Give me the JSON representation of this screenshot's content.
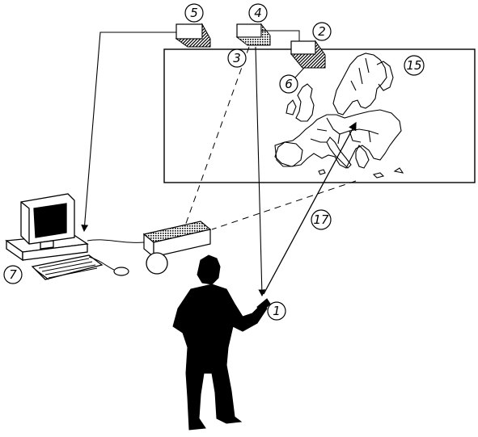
{
  "diagram": {
    "labels": {
      "pointer_1": "1",
      "device_2": "2",
      "device_3": "3",
      "device_4": "4",
      "device_5": "5",
      "device_6": "6",
      "computer_7": "7",
      "display_15": "15",
      "beam_17": "17"
    },
    "map_content": "map-of-europe",
    "colors": {
      "ink": "#000000",
      "paper": "#ffffff"
    }
  }
}
